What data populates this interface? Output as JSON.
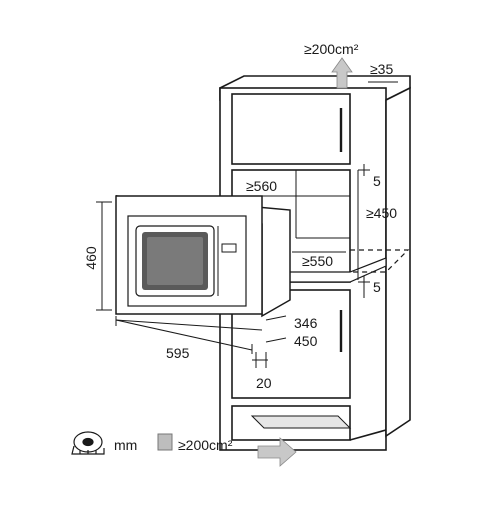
{
  "dimensions": {
    "top_vent_area": "≥200cm²",
    "top_clearance": "≥35",
    "niche_width": "≥560",
    "niche_height": "≥450",
    "niche_depth": "≥550",
    "gap_top": "5",
    "gap_bottom": "5",
    "appliance_height": "460",
    "appliance_width": "595",
    "depth_body": "346",
    "depth_total": "450",
    "front_offset": "20"
  },
  "legend": {
    "unit_icon": "tape-measure-icon",
    "unit_label": "mm",
    "vent_icon": "vent-area-swatch-icon",
    "vent_label": "≥200cm²"
  },
  "colors": {
    "line": "#1a1a1a",
    "arrow_fill": "#c8c8c8",
    "vent_swatch": "#bdbdbd",
    "screen": "#5a5a5a"
  }
}
